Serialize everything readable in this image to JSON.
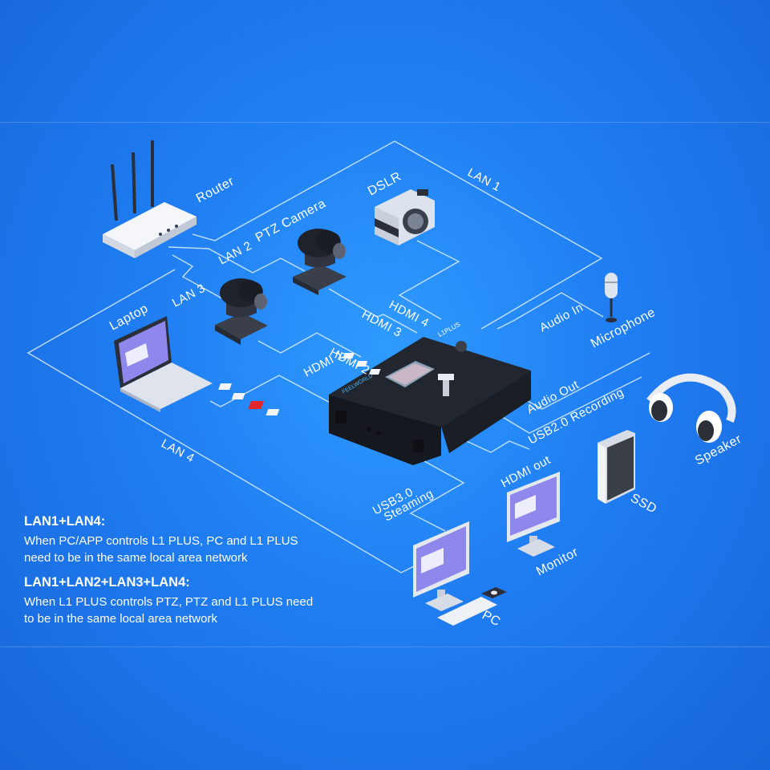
{
  "connections": {
    "lan1": "LAN 1",
    "lan2": "LAN 2",
    "lan3": "LAN 3",
    "lan4": "LAN 4",
    "hdmi1": "HDMI 1",
    "hdmi2": "HDMI 2",
    "hdmi3": "HDMI 3",
    "hdmi4": "HDMI 4",
    "audio_in": "Audio In",
    "audio_out": "Audio Out",
    "usb_recording": "USB2.0 Recording",
    "hdmi_out": "HDMI out",
    "usb_streaming_line1": "USB3.0",
    "usb_streaming_line2": "Steaming"
  },
  "devices": {
    "router": "Router",
    "ptz_camera": "PTZ Camera",
    "dslr": "DSLR",
    "microphone": "Microphone",
    "laptop": "Laptop",
    "speaker": "Speaker",
    "ssd": "SSD",
    "monitor": "Monitor",
    "pc": "PC",
    "switcher_brand": "FEELWORLD",
    "switcher_model": "L1PLUS"
  },
  "notes": [
    {
      "title": "LAN1+LAN4:",
      "line1": "When PC/APP controls L1 PLUS, PC and L1 PLUS",
      "line2": "need to be in the same local area network"
    },
    {
      "title": "LAN1+LAN2+LAN3+LAN4:",
      "line1": "When L1 PLUS controls PTZ, PTZ and L1 PLUS need",
      "line2": "to be in the same local area network"
    }
  ],
  "colors": {
    "background": "#1f7df2",
    "line": "#dff0ff",
    "text": "#ffffff",
    "switcher_body": "#1c1f26",
    "accent_red": "#e3262b"
  }
}
